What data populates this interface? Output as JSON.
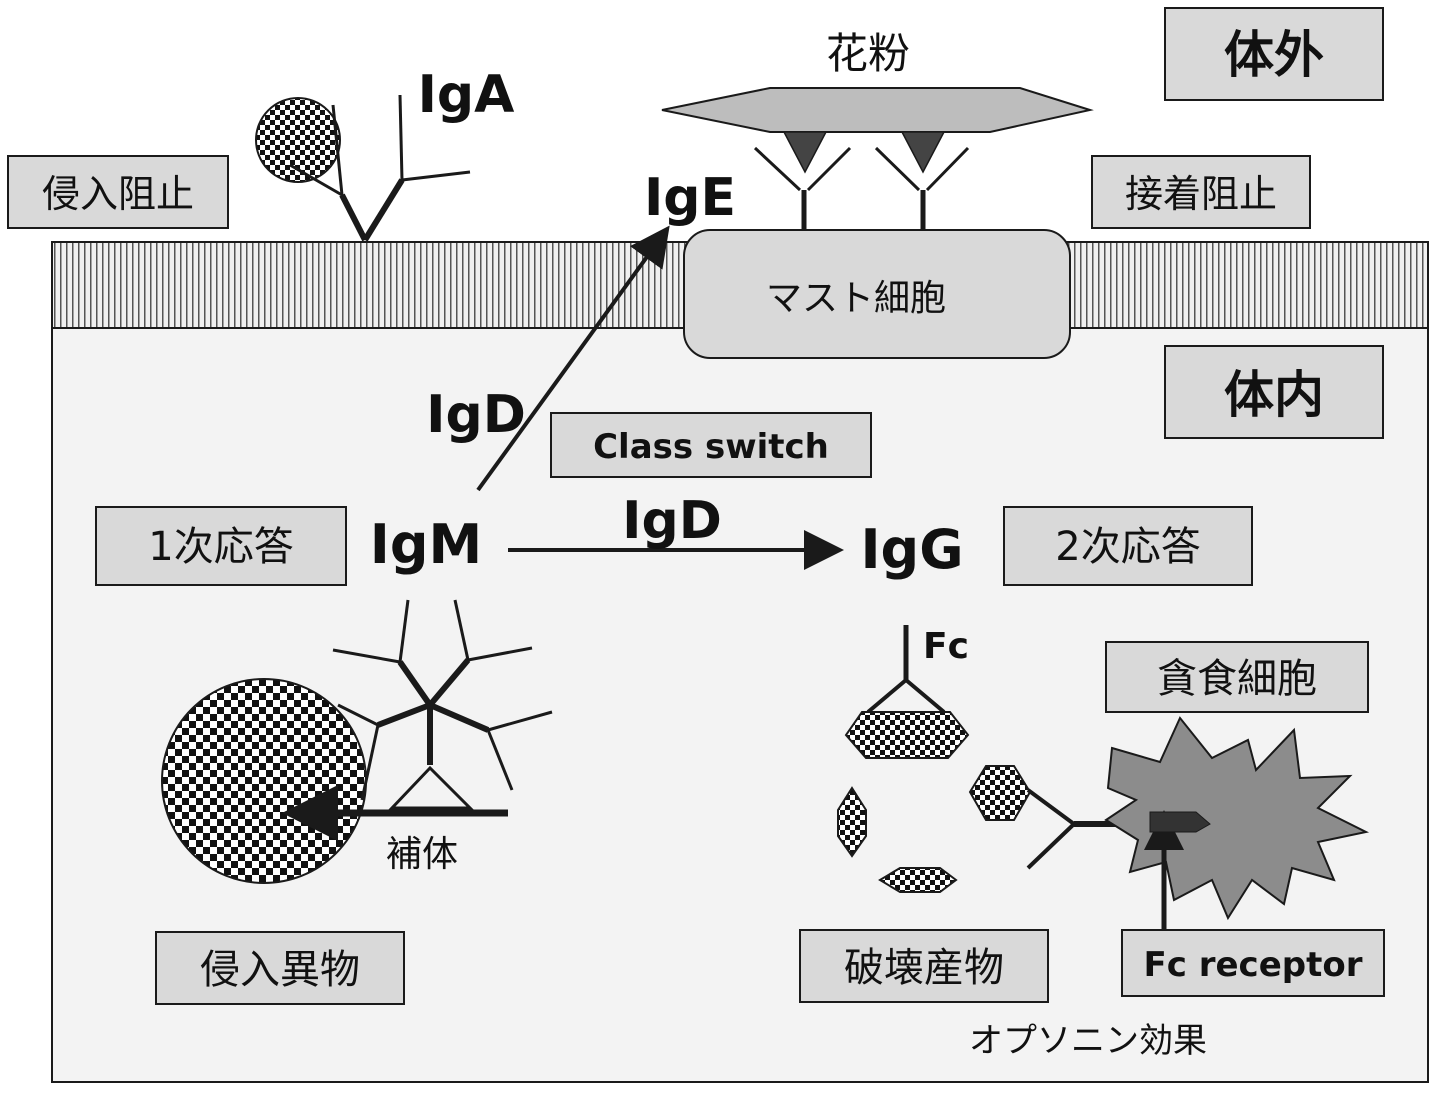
{
  "labels": {
    "outside_body": "体外",
    "inside_body": "体内",
    "pollen": "花粉",
    "block_invasion": "侵入阻止",
    "block_adhesion": "接着阻止",
    "mast_cell": "マスト細胞",
    "class_switch": "Class switch",
    "primary_response": "1次応答",
    "secondary_response": "2次応答",
    "phagocyte": "貪食細胞",
    "complement": "補体",
    "invading_foreign": "侵入異物",
    "destruction_products": "破壊産物",
    "fc_receptor": "Fc receptor",
    "opsonin_effect": "オプソニン効果",
    "fc": "Fc"
  },
  "antibodies": {
    "iga": "IgA",
    "ige": "IgE",
    "igd_upper": "IgD",
    "igd_lower": "IgD",
    "igm": "IgM",
    "igg": "IgG"
  },
  "colors": {
    "box_fill": "#d9d9d9",
    "panel_fill": "#f3f3f3",
    "line": "#1a1a1a",
    "phagocyte_fill": "#8c8c8c",
    "pollen_fill": "#bdbdbd",
    "mast_fill": "#d9d9d9"
  }
}
